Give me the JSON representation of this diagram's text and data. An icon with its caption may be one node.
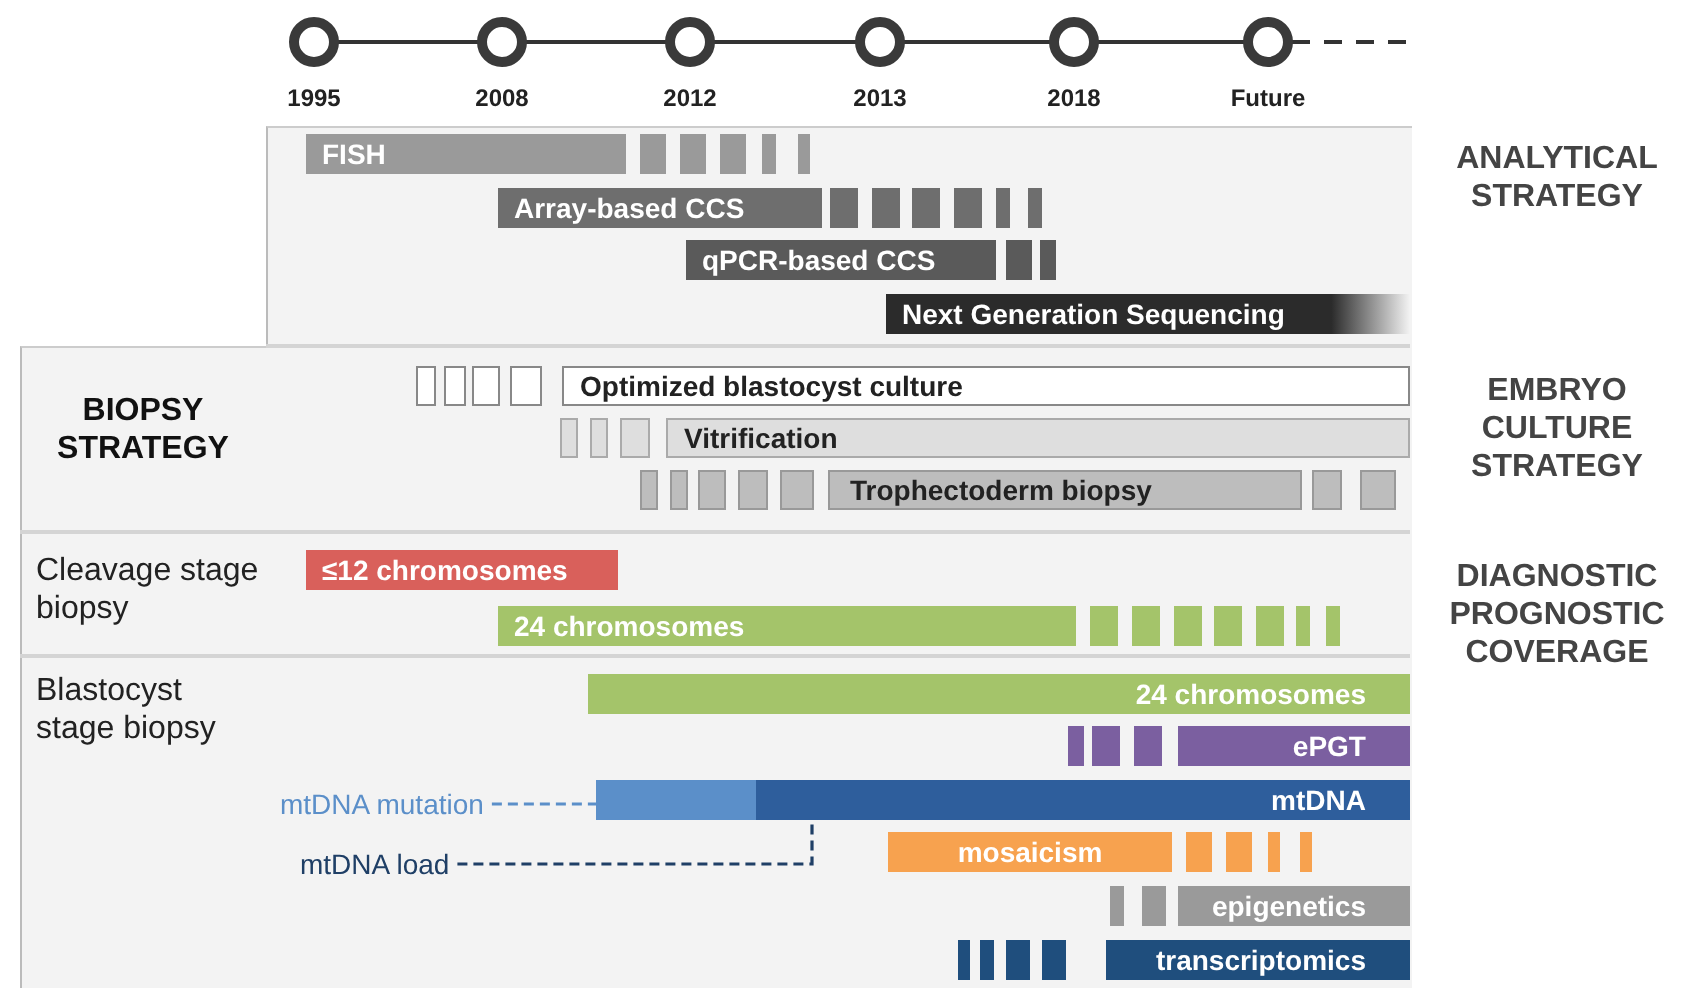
{
  "diagram": {
    "nodes": [
      {
        "text": [
          "FISH"
        ]
      },
      {
        "text": [
          "Array-based CCS"
        ]
      },
      {
        "text": [
          "qPCR-based CCS"
        ]
      },
      {
        "text": [
          "Next Generation Sequencing"
        ]
      },
      {
        "text": [
          "Optimized blastocyst culture"
        ]
      },
      {
        "text": [
          "Vitrification"
        ]
      },
      {
        "text": [
          "Trophectoderm biopsy"
        ]
      },
      {
        "text": [
          "≤12 chromosomes"
        ]
      },
      {
        "text": [
          "24 chromosomes"
        ]
      },
      {
        "text": [
          "24 chromosomes"
        ]
      },
      {
        "text": [
          "ePGT"
        ]
      },
      {
        "text": [
          "mtDNA mutation"
        ]
      },
      {
        "text": [
          "mtDNA"
        ]
      },
      {
        "text": [
          "mtDNA load"
        ]
      },
      {
        "text": [
          "mosaicism"
        ]
      },
      {
        "text": [
          "epigenetics"
        ]
      },
      {
        "text": [
          "transcriptomics"
        ]
      }
    ],
    "edges": [
      {
        "from": 11,
        "to": 12,
        "arrow": "none",
        "style": "dashed",
        "color": "#5b8fc9"
      },
      {
        "from": 13,
        "to": 12,
        "arrow": "none",
        "style": "dashed",
        "color": "#1f3f66"
      }
    ],
    "labels": [
      "1995",
      "2008",
      "2012",
      "2013",
      "2018",
      "Future",
      "ANALYTICAL STRATEGY",
      "BIOPSY STRATEGY",
      "EMBRYO CULTURE STRATEGY",
      "Cleavage stage biopsy",
      "DIAGNOSTIC PROGNOSTIC COVERAGE",
      "Blastocyst stage biopsy"
    ]
  }
}
